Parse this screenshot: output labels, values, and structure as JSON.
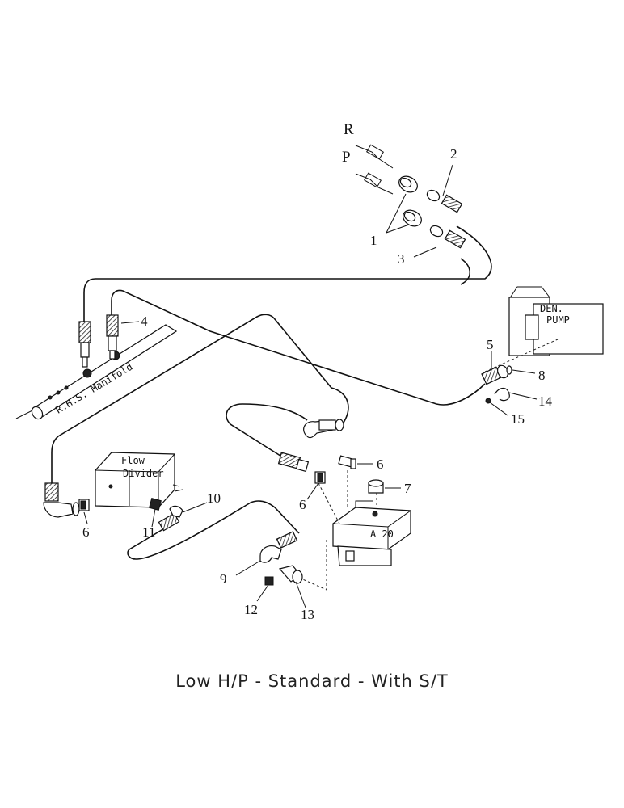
{
  "labels": {
    "port_r": "R",
    "port_p": "P",
    "n1": "1",
    "n2": "2",
    "n3": "3",
    "n4": "4",
    "n5": "5",
    "n6a": "6",
    "n6b": "6",
    "n6c": "6",
    "n7": "7",
    "n8": "8",
    "n9": "9",
    "n10": "10",
    "n11": "11",
    "n12": "12",
    "n13": "13",
    "n14": "14",
    "n15": "15"
  },
  "components": {
    "manifold": "R.H.S. Manifold",
    "flow_divider_line1": "Flow",
    "flow_divider_line2": "Divider",
    "pump_line1": "DEN.",
    "pump_line2": "PUMP",
    "valve_label": "A 20"
  },
  "caption": "Low H/P - Standard - With S/T"
}
